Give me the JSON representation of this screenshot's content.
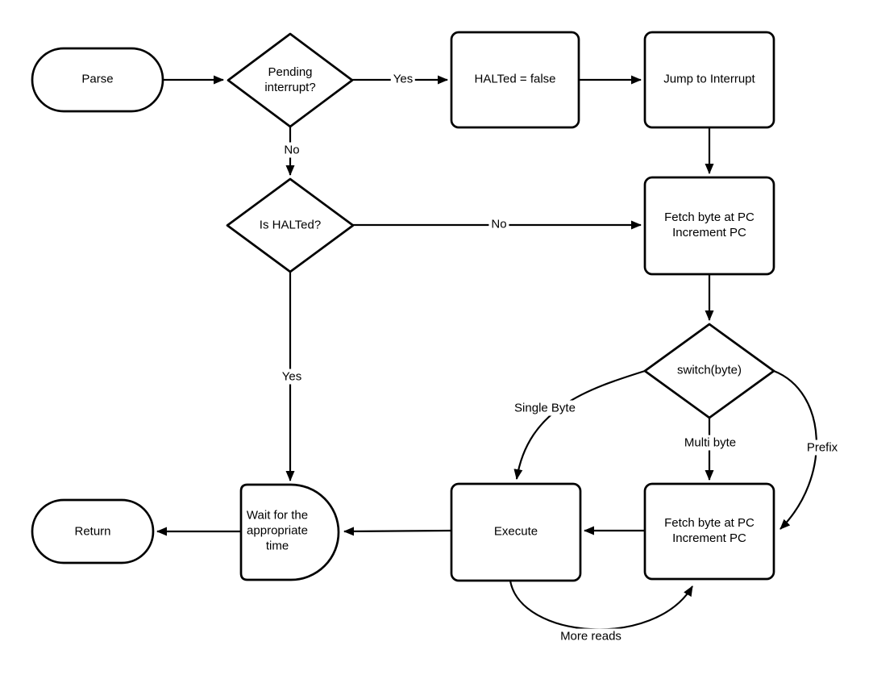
{
  "diagram": {
    "background": "#ffffff",
    "stroke_color": "#000000",
    "node_fill": "#ffffff"
  },
  "nodes": {
    "parse": "Parse",
    "pending_interrupt": "Pending\ninterrupt?",
    "halted_false": "HALTed = false",
    "jump_to_interrupt": "Jump to Interrupt",
    "fetch_byte_top": "Fetch byte at PC\nIncrement PC",
    "is_halted": "Is HALTed?",
    "switch_byte": "switch(byte)",
    "execute": "Execute",
    "fetch_byte_bottom": "Fetch byte at PC\nIncrement PC",
    "wait": "Wait for the\nappropriate\ntime",
    "return": "Return"
  },
  "edge_labels": {
    "pending_yes": "Yes",
    "pending_no": "No",
    "halted_no": "No",
    "halted_yes": "Yes",
    "single_byte": "Single Byte",
    "multi_byte": "Multi byte",
    "prefix": "Prefix",
    "more_reads": "More reads"
  }
}
